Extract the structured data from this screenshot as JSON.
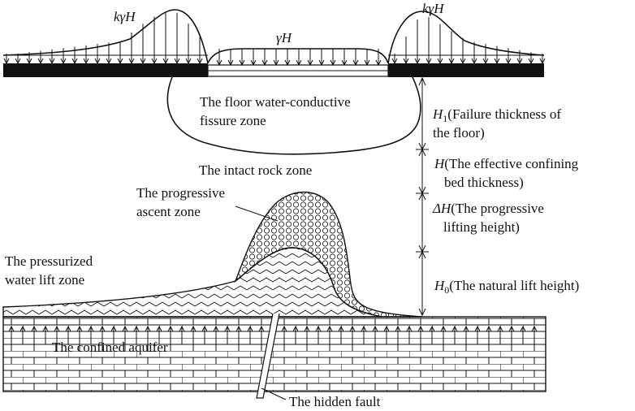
{
  "labels": {
    "load_left": "kγH",
    "load_center": "γH",
    "load_right": "kγH",
    "fissure_zone_line1": "The floor water-conductive",
    "fissure_zone_line2": "fissure zone",
    "intact_zone": "The intact rock zone",
    "progressive_zone_line1": "The progressive",
    "progressive_zone_line2": "ascent zone",
    "pressurized_zone_line1": "The pressurized",
    "pressurized_zone_line2": "water lift zone",
    "aquifer": "The confined aquifer",
    "fault": "The hidden fault"
  },
  "dimensions": {
    "h1_symbol": "H",
    "h1_sub": "1",
    "h1_line1": "(Failure thickness of",
    "h1_line2": "the floor)",
    "h_symbol": "H",
    "h_line1": "(The effective confining",
    "h_line2": "bed thickness)",
    "dh_symbol": "ΔH",
    "dh_line1": "(The progressive",
    "dh_line2": "lifting height)",
    "h0_symbol": "H",
    "h0_sub": "0",
    "h0_text": "(The natural lift height)"
  }
}
